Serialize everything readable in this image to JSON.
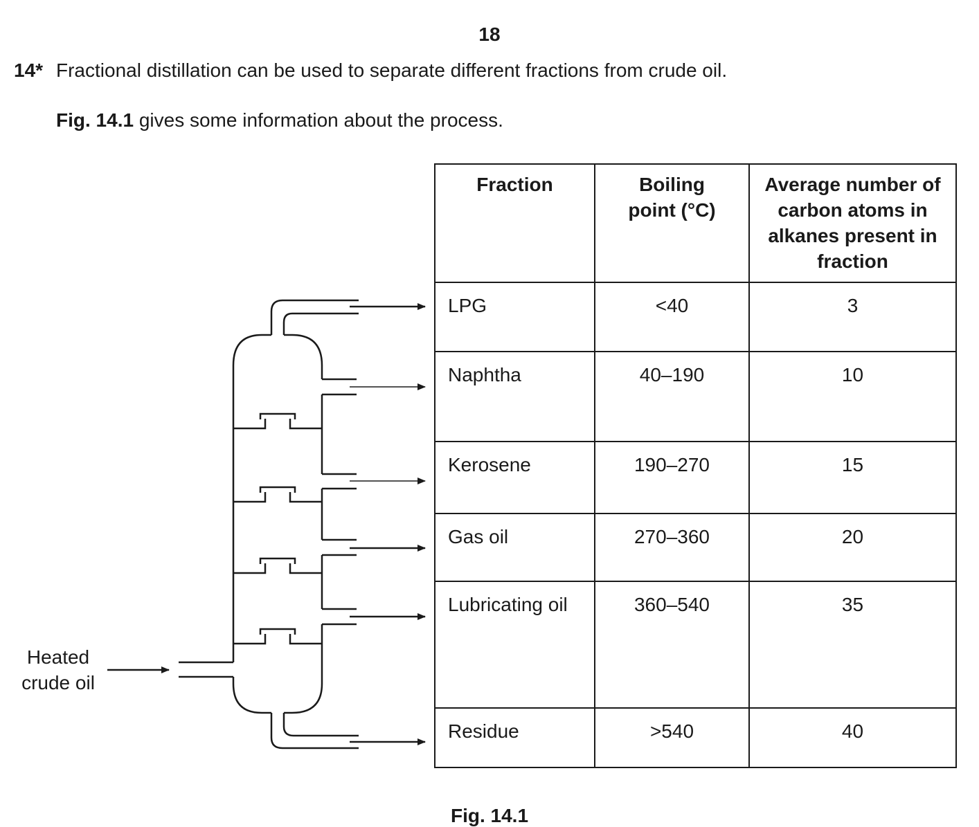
{
  "page_number": "18",
  "question": {
    "number": "14*",
    "text": "Fractional distillation can be used to separate different fractions from crude oil."
  },
  "intro": {
    "fig_ref": "Fig. 14.1",
    "text": " gives some information about the process."
  },
  "table": {
    "headers": {
      "fraction": "Fraction",
      "boiling_point": "Boiling point (°C)",
      "carbon": "Average number of carbon atoms in alkanes present in fraction"
    },
    "rows": [
      {
        "fraction": "LPG",
        "boiling_point": "<40",
        "carbon": "3"
      },
      {
        "fraction": "Naphtha",
        "boiling_point": "40–190",
        "carbon": "10"
      },
      {
        "fraction": "Kerosene",
        "boiling_point": "190–270",
        "carbon": "15"
      },
      {
        "fraction": "Gas oil",
        "boiling_point": "270–360",
        "carbon": "20"
      },
      {
        "fraction": "Lubricating oil",
        "boiling_point": "360–540",
        "carbon": "35"
      },
      {
        "fraction": "Residue",
        "boiling_point": ">540",
        "carbon": "40"
      }
    ]
  },
  "diagram": {
    "input_label_line1": "Heated",
    "input_label_line2": "crude oil"
  },
  "figure_caption": "Fig. 14.1"
}
